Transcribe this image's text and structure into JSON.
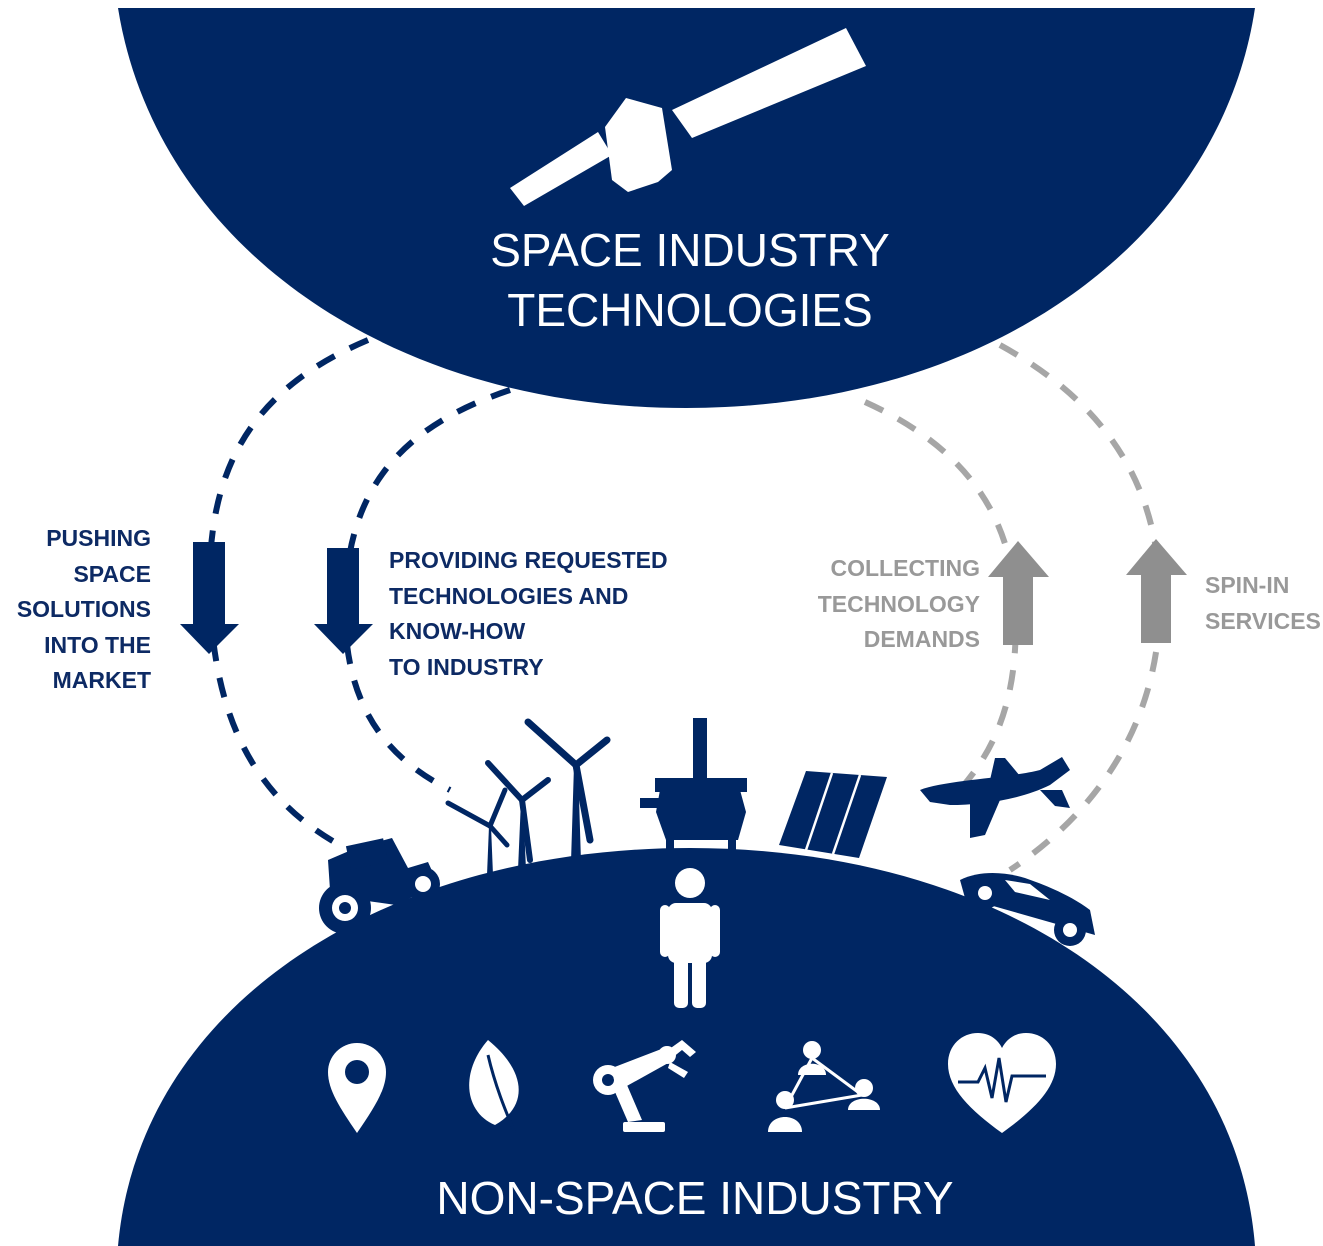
{
  "colors": {
    "navy": "#002663",
    "grey": "#a6a6a6",
    "label_navy": "#0d2a64",
    "label_grey": "#999999"
  },
  "top_region": {
    "title_lines": [
      "SPACE INDUSTRY",
      "TECHNOLOGIES"
    ],
    "icon": "satellite-icon"
  },
  "bottom_region": {
    "title": "NON-SPACE INDUSTRY",
    "icons": [
      "location-pin-icon",
      "leaf-icon",
      "robot-arm-icon",
      "network-people-icon",
      "heartbeat-icon"
    ],
    "horizon_icons": [
      "tractor-icon",
      "wind-turbines-icon",
      "oil-rig-icon",
      "solar-panel-icon",
      "airplane-icon",
      "car-icon",
      "person-icon"
    ]
  },
  "flows": {
    "pushing": {
      "lines": [
        "PUSHING",
        "SPACE",
        "SOLUTIONS",
        "INTO THE",
        "MARKET"
      ],
      "direction": "down"
    },
    "providing": {
      "lines": [
        "PROVIDING REQUESTED",
        "TECHNOLOGIES AND",
        "KNOW-HOW",
        "TO INDUSTRY"
      ],
      "direction": "down"
    },
    "collecting": {
      "lines": [
        "COLLECTING",
        "TECHNOLOGY",
        "DEMANDS"
      ],
      "direction": "up"
    },
    "spinin": {
      "lines": [
        "SPIN-IN",
        "SERVICES"
      ],
      "direction": "up"
    }
  }
}
